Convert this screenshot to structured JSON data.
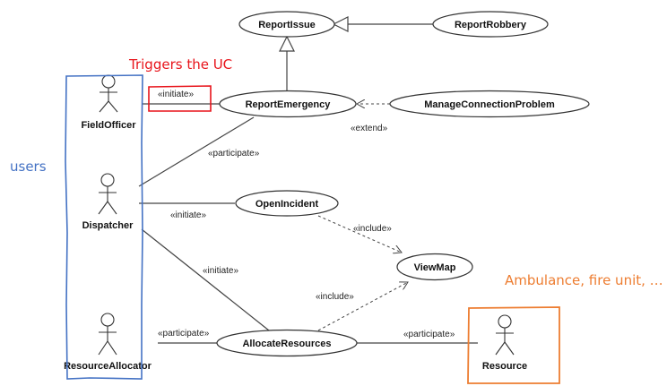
{
  "colors": {
    "line": "#444444",
    "trigger_accent": "#e8141b",
    "users_accent": "#4472c4",
    "resource_accent": "#ed7d31"
  },
  "use_cases": {
    "report_issue": "ReportIssue",
    "report_robbery": "ReportRobbery",
    "report_emergency": "ReportEmergency",
    "manage_connection_problem": "ManageConnectionProblem",
    "open_incident": "OpenIncident",
    "view_map": "ViewMap",
    "allocate_resources": "AllocateResources"
  },
  "actors": {
    "field_officer": "FieldOfficer",
    "dispatcher": "Dispatcher",
    "resource_allocator": "ResourceAllocator",
    "resource": "Resource"
  },
  "stereotypes": {
    "fieldofficer_initiate": "«initiate»",
    "dispatcher_participate": "«participate»",
    "dispatcher_initiate_open": "«initiate»",
    "dispatcher_initiate_allocate": "«initiate»",
    "allocator_participate": "«participate»",
    "resource_participate": "«participate»",
    "extend": "«extend»",
    "include_open": "«include»",
    "include_allocate": "«include»"
  },
  "annotations": {
    "triggers": "Triggers the UC",
    "users": "users",
    "resources": "Ambulance, fire unit, …"
  }
}
